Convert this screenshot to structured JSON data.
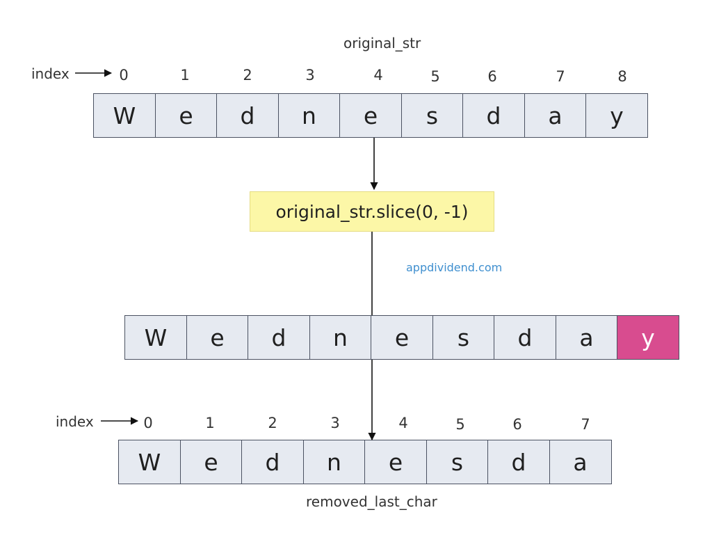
{
  "top": {
    "caption": "original_str",
    "index_label": "index",
    "indices": [
      "0",
      "1",
      "2",
      "3",
      "4",
      "5",
      "6",
      "7",
      "8"
    ],
    "chars": [
      "W",
      "e",
      "d",
      "n",
      "e",
      "s",
      "d",
      "a",
      "y"
    ]
  },
  "operation": {
    "code": "original_str.slice(0, -1)"
  },
  "watermark": "appdividend.com",
  "middle": {
    "chars": [
      "W",
      "e",
      "d",
      "n",
      "e",
      "s",
      "d",
      "a",
      "y"
    ],
    "removed_index": 8,
    "removed_color": "#d84c8f"
  },
  "bottom": {
    "caption": "removed_last_char",
    "index_label": "index",
    "indices": [
      "0",
      "1",
      "2",
      "3",
      "4",
      "5",
      "6",
      "7"
    ],
    "chars": [
      "W",
      "e",
      "d",
      "n",
      "e",
      "s",
      "d",
      "a"
    ]
  }
}
